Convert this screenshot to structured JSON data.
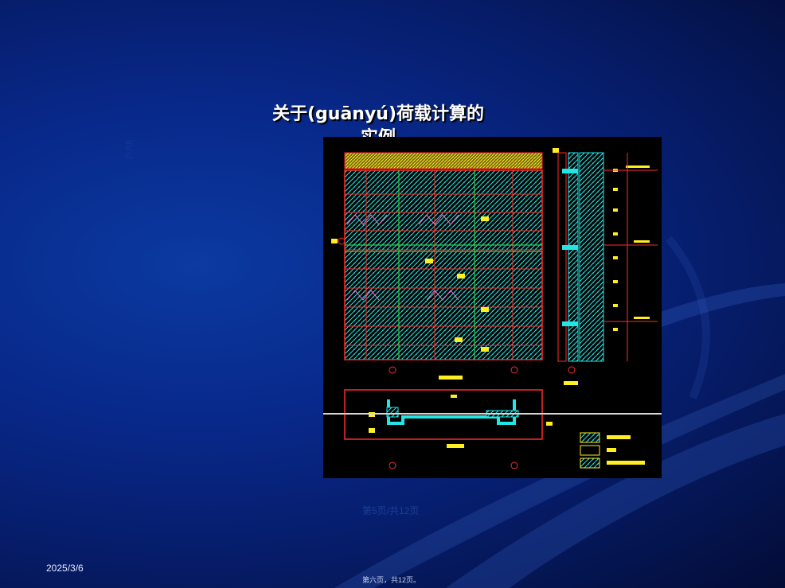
{
  "slide": {
    "title_line1": "关于(guānyú)荷载计算的",
    "title_line2": "实例",
    "notes": [
      "·········",
      "·······",
      "·········",
      "······",
      "········",
      "·······",
      "·····",
      "··········"
    ],
    "page_indicator": "第5页/共12页",
    "date": "2025/3/6",
    "footer_page": "第六页，共12页。"
  },
  "colors": {
    "background": "#08288a",
    "drawing_bg": "#000000",
    "cad_red": "#ff2a2a",
    "cad_cyan": "#22e6e6",
    "cad_yellow": "#ffee22",
    "cad_green": "#2ecc4a"
  }
}
